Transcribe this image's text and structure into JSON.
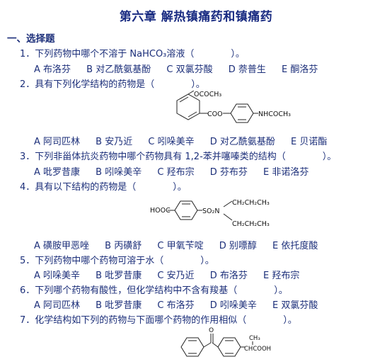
{
  "title": "第六章  解热镇痛药和镇痛药",
  "section": "一、选择题",
  "q1": {
    "stem": "1．下列药物中哪个不溶于 NaHCO₃溶液（　　　　）。",
    "options": [
      "A 布洛芬",
      "B 对乙酰氨基酚",
      "C 双氯芬酸",
      "D 萘普生",
      "E 酮洛芬"
    ]
  },
  "q2": {
    "stem": "2．具有下列化学结构的药物是（　　　　）。",
    "structure_labels": [
      "OCOCH₃",
      "COO",
      "NHCOCH₃"
    ],
    "options": [
      "A 阿司匹林",
      "B 安乃近",
      "C 吲哚美辛",
      "D 对乙酰氨基酚",
      "E 贝诺酯"
    ]
  },
  "q3": {
    "stem": "3．下列非甾体抗炎药物中哪个药物具有 1,2-苯并噻嗪类的结构（　　　　）。",
    "options": [
      "A 吡罗昔康",
      "B 吲哚美辛",
      "C 羟布宗",
      "D 芬布芬",
      "E 非诺洛芬"
    ]
  },
  "q4": {
    "stem": "4．具有以下结构的药物是（　　　　）。",
    "structure_labels": [
      "HOOC",
      "SO₂N",
      "CH₂CH₂CH₃",
      "CH₂CH₂CH₃"
    ],
    "options": [
      "A 磺胺甲恶唑",
      "B 丙磺舒",
      "C 甲氧苄啶",
      "D 别嘌醇",
      "E 依托度酸"
    ]
  },
  "q5": {
    "stem": "5．下列药物中哪个药物可溶于水（　　　　）。",
    "options": [
      "A 吲哚美辛",
      "B 吡罗昔康",
      "C 安乃近",
      "D 布洛芬",
      "E 羟布宗"
    ]
  },
  "q6": {
    "stem": "6．下列哪个药物有酸性，但化学结构中不含有羧基（　　　　）。",
    "options": [
      "A 阿司匹林",
      "B 吡罗昔康",
      "C 布洛芬",
      "D 吲哚美辛",
      "E 双氯芬酸"
    ]
  },
  "q7": {
    "stem": "7．化学结构如下列的药物与下面哪个药物的作用相似（　　　　）。",
    "structure_labels": [
      "O",
      "CH₃",
      "CHCOOH"
    ]
  }
}
